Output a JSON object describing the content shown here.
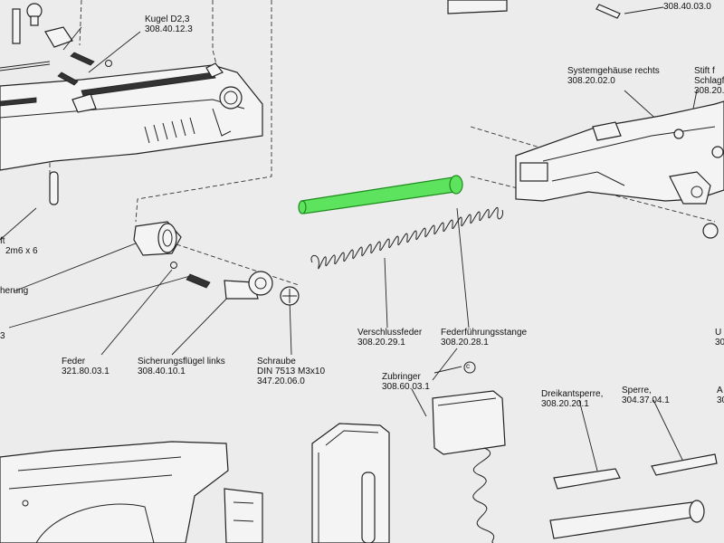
{
  "highlight_color": "#5ee35e",
  "parts": {
    "kugel": {
      "name": "Kugel D2,3",
      "number": "308.40.12.3"
    },
    "systemgehaeuse": {
      "name": "Systemgehäuse rechts",
      "number": "308.20.02.0"
    },
    "stift_schlag": {
      "name": "Stift f",
      "name2": "Schlagf",
      "number": "308.20.1"
    },
    "top_right_number": {
      "number": "308.40.03.0"
    },
    "stift_left": {
      "name": "ft",
      "spec": "2m6 x 6"
    },
    "sicherung": {
      "name": "herung"
    },
    "left_number": {
      "number": "3"
    },
    "feder": {
      "name": "Feder",
      "number": "321.80.03.1"
    },
    "sicherungsfluegel": {
      "name": "Sicherungsflügel links",
      "number": "308.40.10.1"
    },
    "schraube": {
      "name": "Schraube",
      "spec": "DIN 7513 M3x10",
      "number": "347.20.06.0"
    },
    "verschlussfeder": {
      "name": "Verschlussfeder",
      "number": "308.20.29.1"
    },
    "federfuehrungsstange": {
      "name": "Federführungsstange",
      "number": "308.20.28.1"
    },
    "zubringer": {
      "name": "Zubringer",
      "number": "308.60.03.1",
      "callout": "c"
    },
    "dreikantsperre": {
      "name": "Dreikantsperre,",
      "number": "308.20.20.1"
    },
    "sperre": {
      "name": "Sperre,",
      "number": "304.37.04.1"
    },
    "right_u": {
      "name": "U",
      "number": "30"
    },
    "right_a": {
      "name": "A",
      "number": "30"
    }
  }
}
